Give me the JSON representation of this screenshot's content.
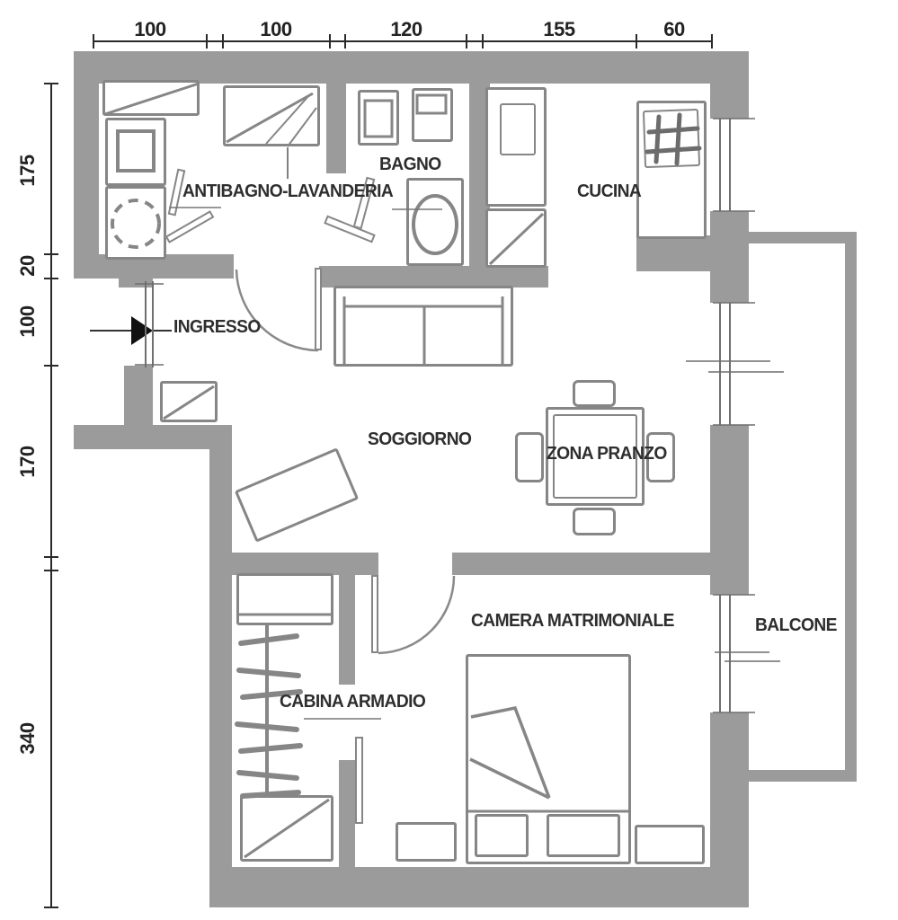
{
  "plan_title": "apartment-floor-plan",
  "colors": {
    "wall": "#9b9b9b",
    "furniture_stroke": "#868686",
    "line": "#6f6f6f",
    "text": "#2e2e2e",
    "dimension": "#222222",
    "background": "#ffffff"
  },
  "rooms": {
    "antibagno": {
      "label": "ANTIBAGNO-LAVANDERIA"
    },
    "bagno": {
      "label": "BAGNO"
    },
    "cucina": {
      "label": "CUCINA"
    },
    "ingresso": {
      "label": "INGRESSO"
    },
    "soggiorno": {
      "label": "SOGGIORNO"
    },
    "zona_pranzo": {
      "label": "ZONA PRANZO"
    },
    "camera": {
      "label": "CAMERA MATRIMONIALE"
    },
    "cabina": {
      "label": "CABINA ARMADIO"
    },
    "balcone": {
      "label": "BALCONE"
    }
  },
  "dimensions": {
    "top": [
      "100",
      "100",
      "120",
      "155",
      "60"
    ],
    "left": [
      "175",
      "20",
      "100",
      "170",
      "340"
    ]
  },
  "icons": {
    "entrance_arrow": "entrance-arrow",
    "stove_burners": "stove-burner-grate",
    "washer_drum": "washing-machine-drum",
    "door_swings": "door-swing-arc"
  }
}
